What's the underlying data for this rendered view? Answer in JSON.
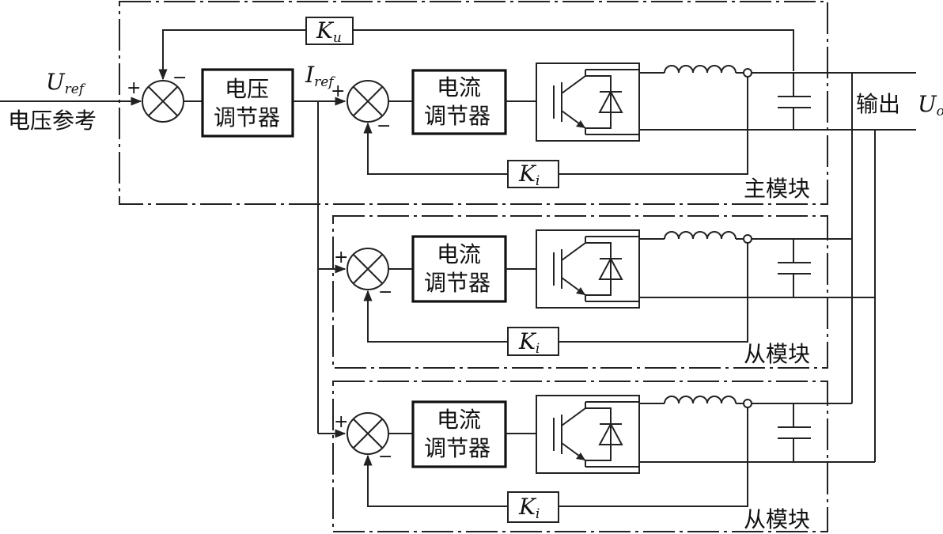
{
  "input": {
    "symbol": "U",
    "subscript": "ref",
    "caption": "电压参考"
  },
  "output": {
    "caption": "输出",
    "symbol": "U",
    "subscript": "o"
  },
  "feedback_gains": {
    "voltage": {
      "symbol": "K",
      "subscript": "u"
    },
    "current": {
      "symbol": "K",
      "subscript": "i"
    }
  },
  "current_reference": {
    "symbol": "I",
    "subscript": "ref"
  },
  "signs": {
    "plus": "+",
    "minus": "−"
  },
  "blocks": {
    "voltage_regulator": {
      "line1": "电压",
      "line2": "调节器"
    },
    "current_regulator": {
      "line1": "电流",
      "line2": "调节器"
    }
  },
  "modules": [
    {
      "label": "主模块"
    },
    {
      "label": "从模块"
    },
    {
      "label": "从模块"
    }
  ]
}
